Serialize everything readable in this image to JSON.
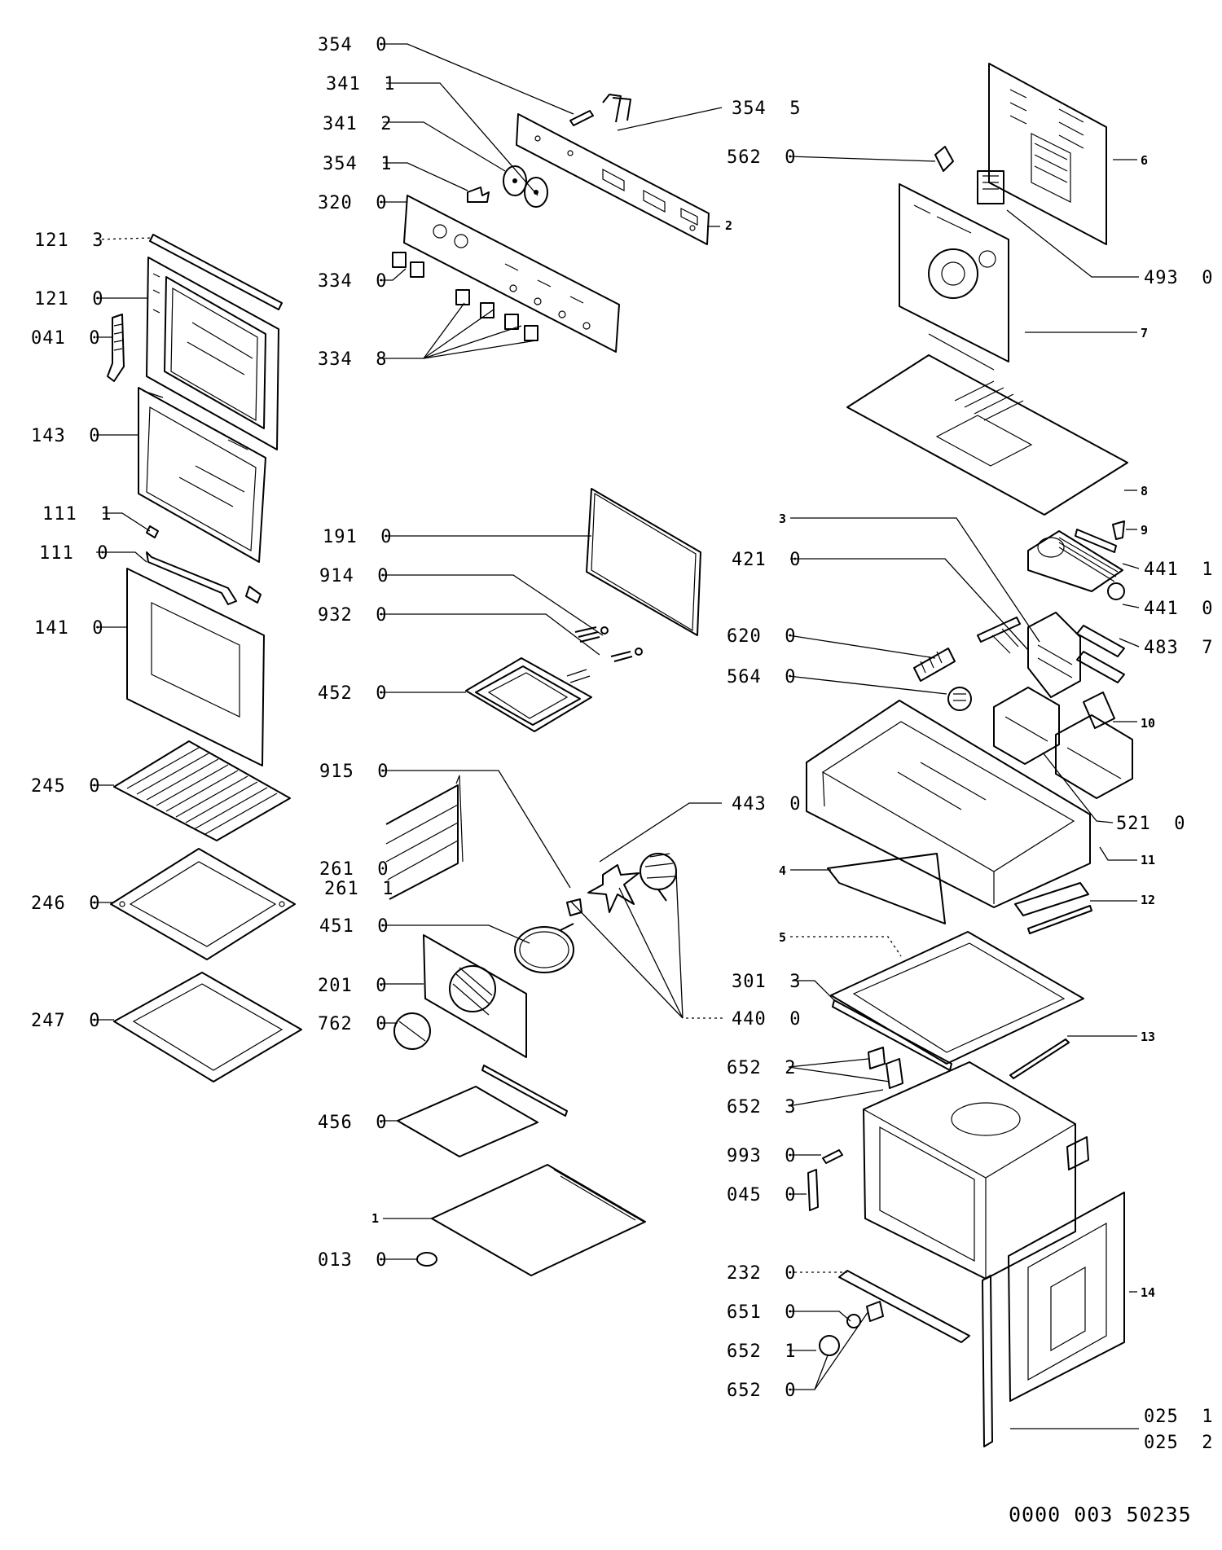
{
  "labels_left": [
    "121  3",
    "121  0",
    "041  0",
    "143  0",
    "111  1",
    "111  0",
    "141  0",
    "245  0",
    "246  0",
    "247  0"
  ],
  "labels_center": [
    "354  0",
    "341  1",
    "341  2",
    "354  1",
    "320  0",
    "334  0",
    "334  8",
    "191  0",
    "914  0",
    "932  0",
    "452  0",
    "915  0",
    "261  0",
    "261  1",
    "451  0",
    "201  0",
    "762  0",
    "456  0",
    "013  0"
  ],
  "labels_center_right": [
    "354  5",
    "562  0",
    "443  0",
    "440  0",
    "421  0",
    "620  0",
    "564  0",
    "301  3",
    "652  2",
    "652  3",
    "993  0",
    "045  0",
    "232  0",
    "651  0",
    "652  1",
    "652  0"
  ],
  "labels_right": [
    "493  0",
    "441  1",
    "441  0",
    "483  7",
    "521  0",
    "025  1",
    "025  2"
  ],
  "position_numbers": [
    "1",
    "2",
    "3",
    "4",
    "5",
    "6",
    "7",
    "8",
    "9",
    "10",
    "11",
    "12",
    "13",
    "14"
  ],
  "document_number": "0000 003 50235"
}
